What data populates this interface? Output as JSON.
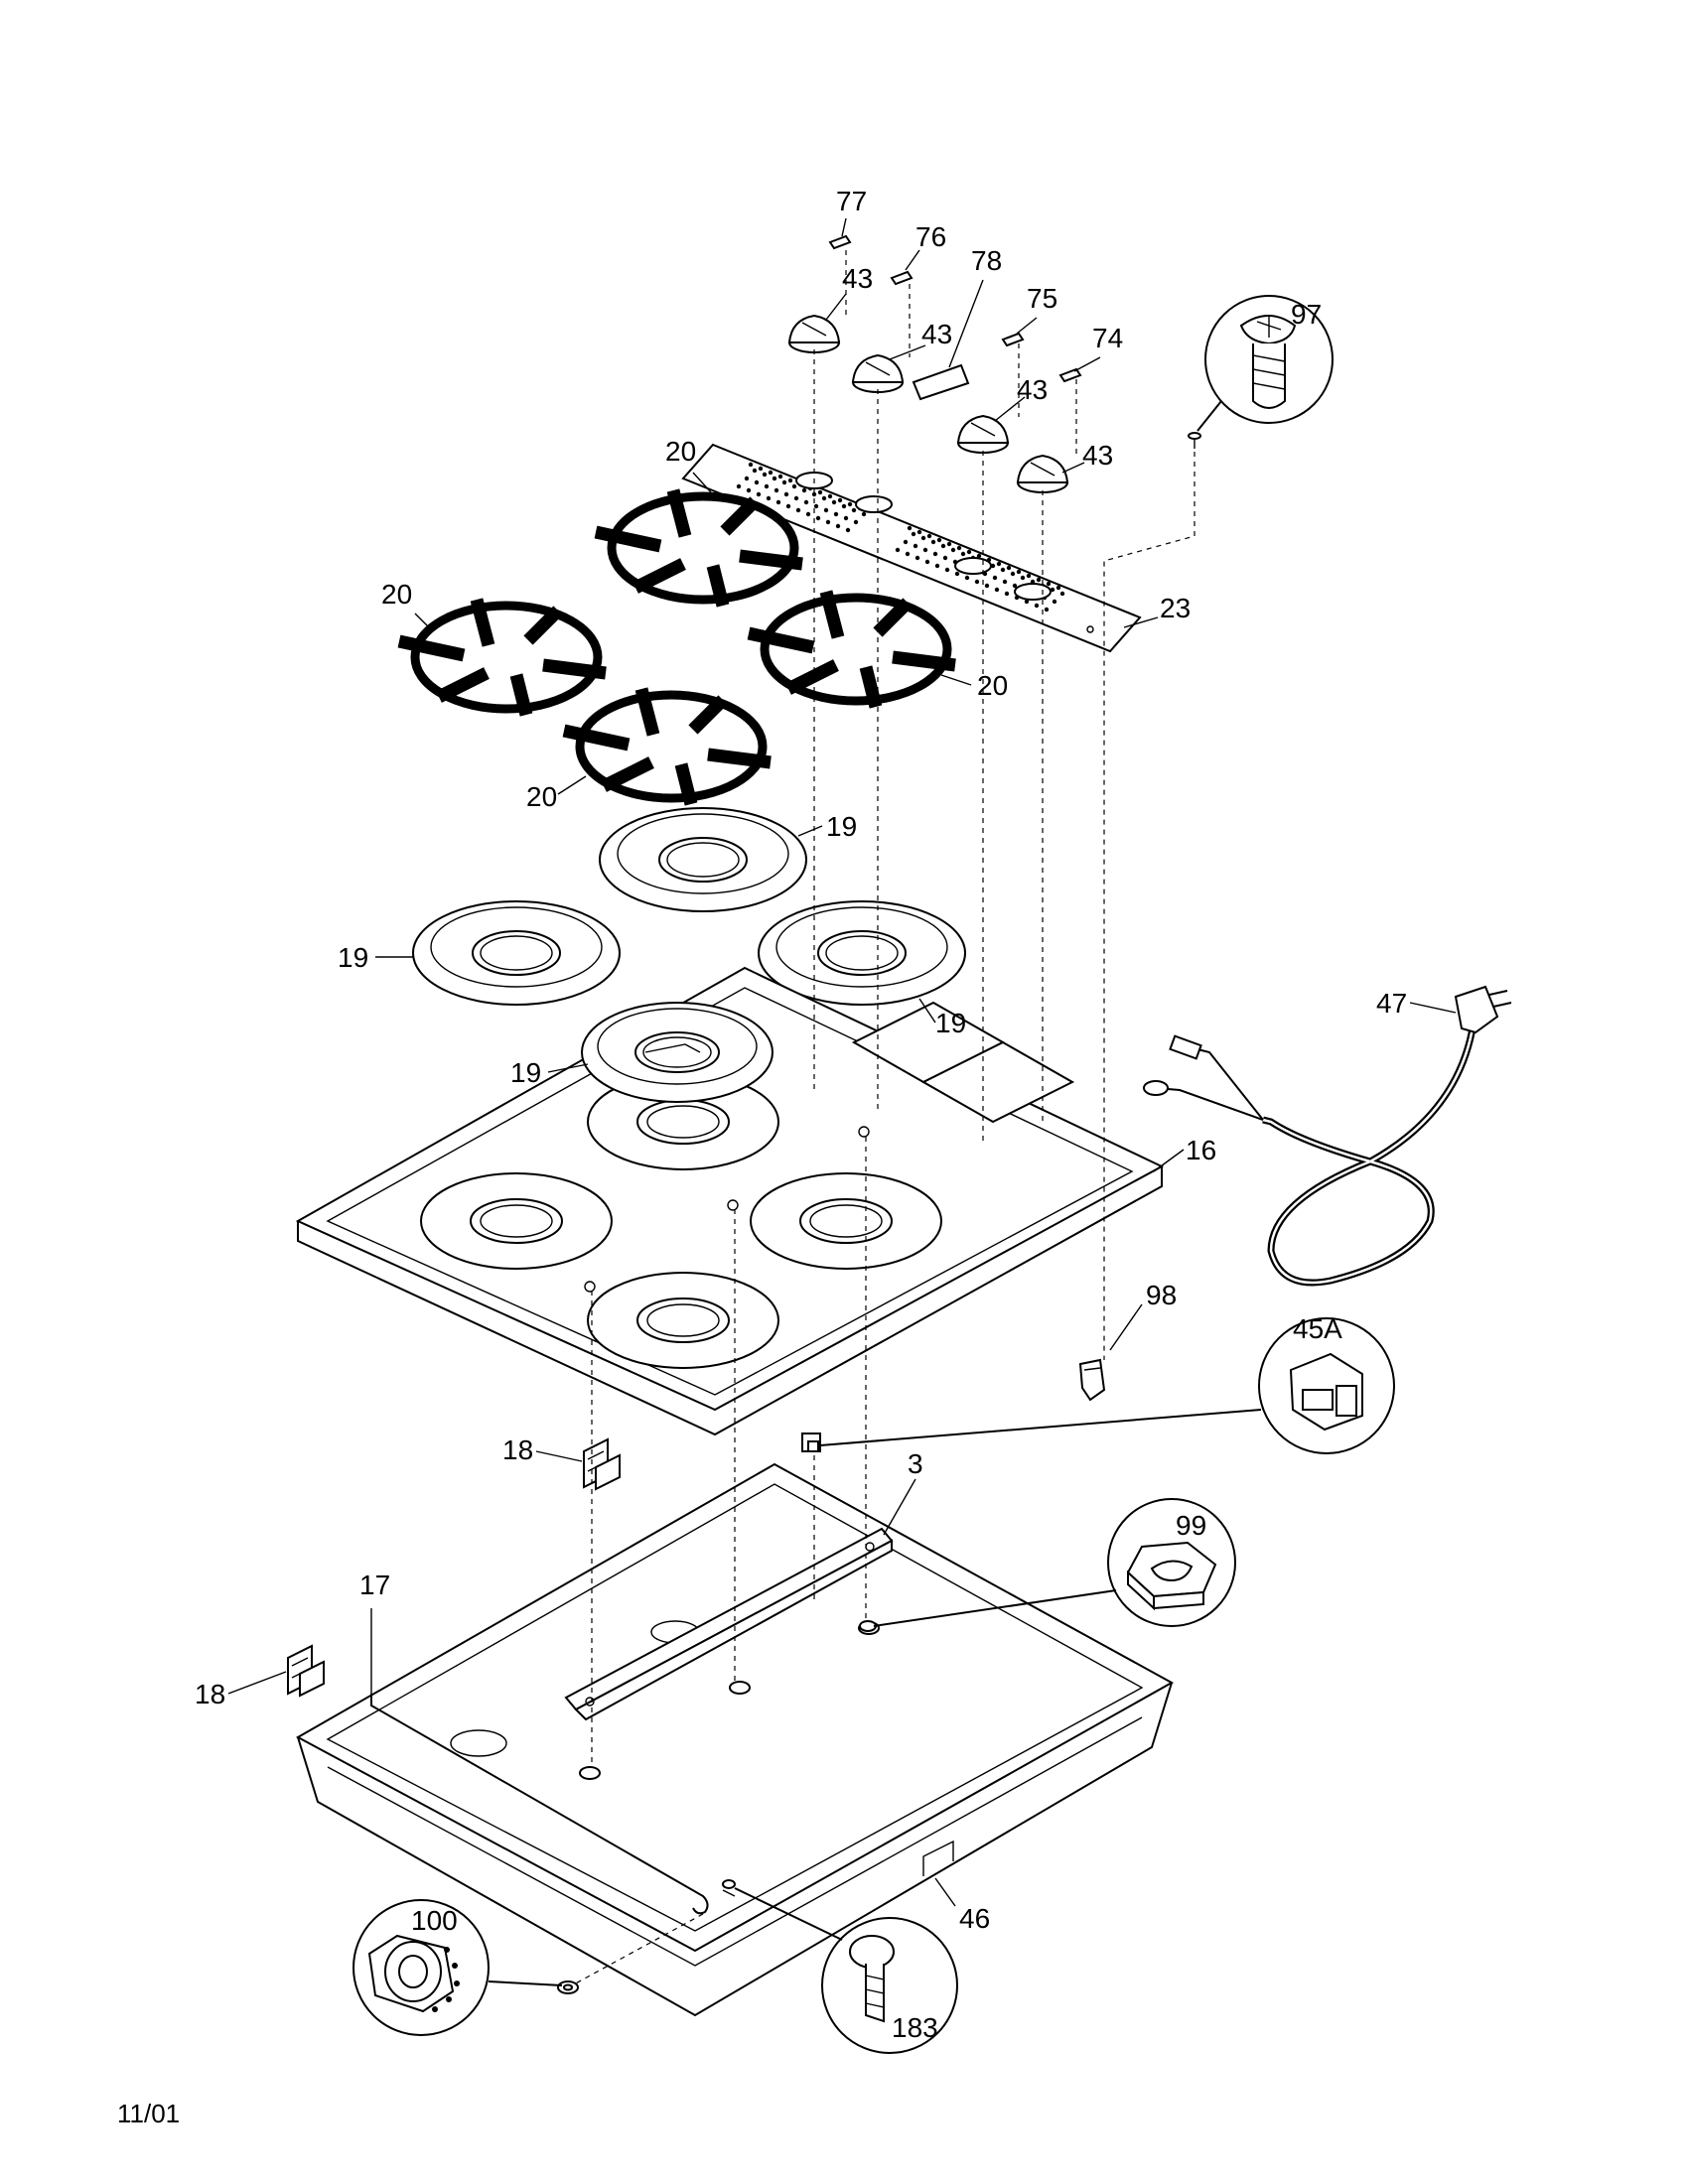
{
  "diagram": {
    "labels": {
      "p77": "77",
      "p76": "76",
      "p78": "78",
      "p75": "75",
      "p74": "74",
      "p97": "97",
      "p43a": "43",
      "p43b": "43",
      "p43c": "43",
      "p43d": "43",
      "p20a": "20",
      "p20b": "20",
      "p20c": "20",
      "p20d": "20",
      "p23": "23",
      "p19a": "19",
      "p19b": "19",
      "p19c": "19",
      "p19d": "19",
      "p47": "47",
      "p16": "16",
      "p98": "98",
      "p45a": "45A",
      "p18a": "18",
      "p18b": "18",
      "p3": "3",
      "p99": "99",
      "p17": "17",
      "p46": "46",
      "p100": "100",
      "p183": "183"
    },
    "footer_date": "11/01"
  }
}
